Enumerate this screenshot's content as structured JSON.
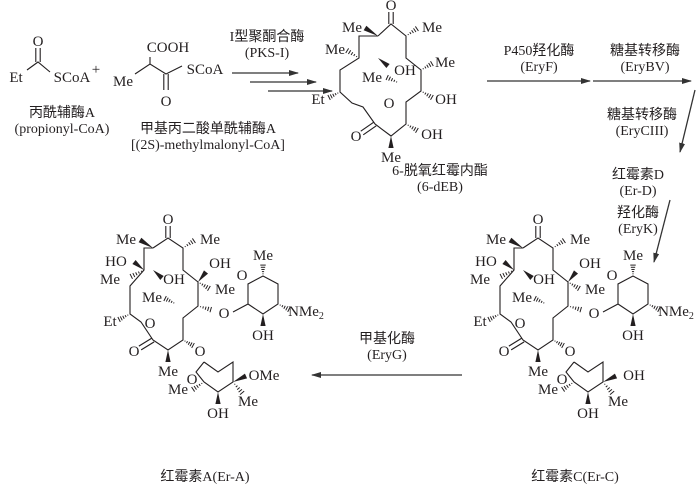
{
  "title": "Erythromycin biosynthesis pathway",
  "colors": {
    "ink": "#231f20",
    "arrow": "#333333"
  },
  "reactants": {
    "propionyl": {
      "name_cn": "丙酰辅酶A",
      "name_en": "(propionyl-CoA)",
      "atoms": {
        "o": "O",
        "et": "Et",
        "scoa": "SCoA"
      }
    },
    "plus": "+",
    "methylmalonyl": {
      "name_cn": "甲基丙二酸单酰辅酶A",
      "name_en": "[(2S)-methylmalonyl-CoA]",
      "atoms": {
        "cooh": "COOH",
        "me": "Me",
        "scoa": "SCoA",
        "o": "O"
      }
    }
  },
  "steps": [
    {
      "enzyme_cn": "I型聚酮合酶",
      "enzyme_en": "(PKS-I)"
    },
    {
      "enzyme_cn": "P450羟化酶",
      "enzyme_en": "(EryF)"
    },
    {
      "enzyme_cn": "糖基转移酶",
      "enzyme_en": "(EryBV)"
    },
    {
      "enzyme_cn": "糖基转移酶",
      "enzyme_en": "(EryCIII)"
    },
    {
      "enzyme_cn": "羟化酶",
      "enzyme_en": "(EryK)"
    },
    {
      "enzyme_cn": "甲基化酶",
      "enzyme_en": "(EryG)"
    }
  ],
  "compounds": {
    "deb": {
      "name_cn": "6-脱氧红霉内酯",
      "name_en": "(6-dEB)"
    },
    "erd": {
      "name_cn": "红霉素D",
      "name_en": "(Er-D)"
    },
    "erc": {
      "name": "红霉素C(Er-C)"
    },
    "era": {
      "name": "红霉素A(Er-A)"
    }
  },
  "atoms": {
    "O": "O",
    "Me": "Me",
    "OH": "OH",
    "HO": "HO",
    "Et": "Et",
    "NMe": "NMe",
    "sub2": "2",
    "OMe": "OMe"
  }
}
